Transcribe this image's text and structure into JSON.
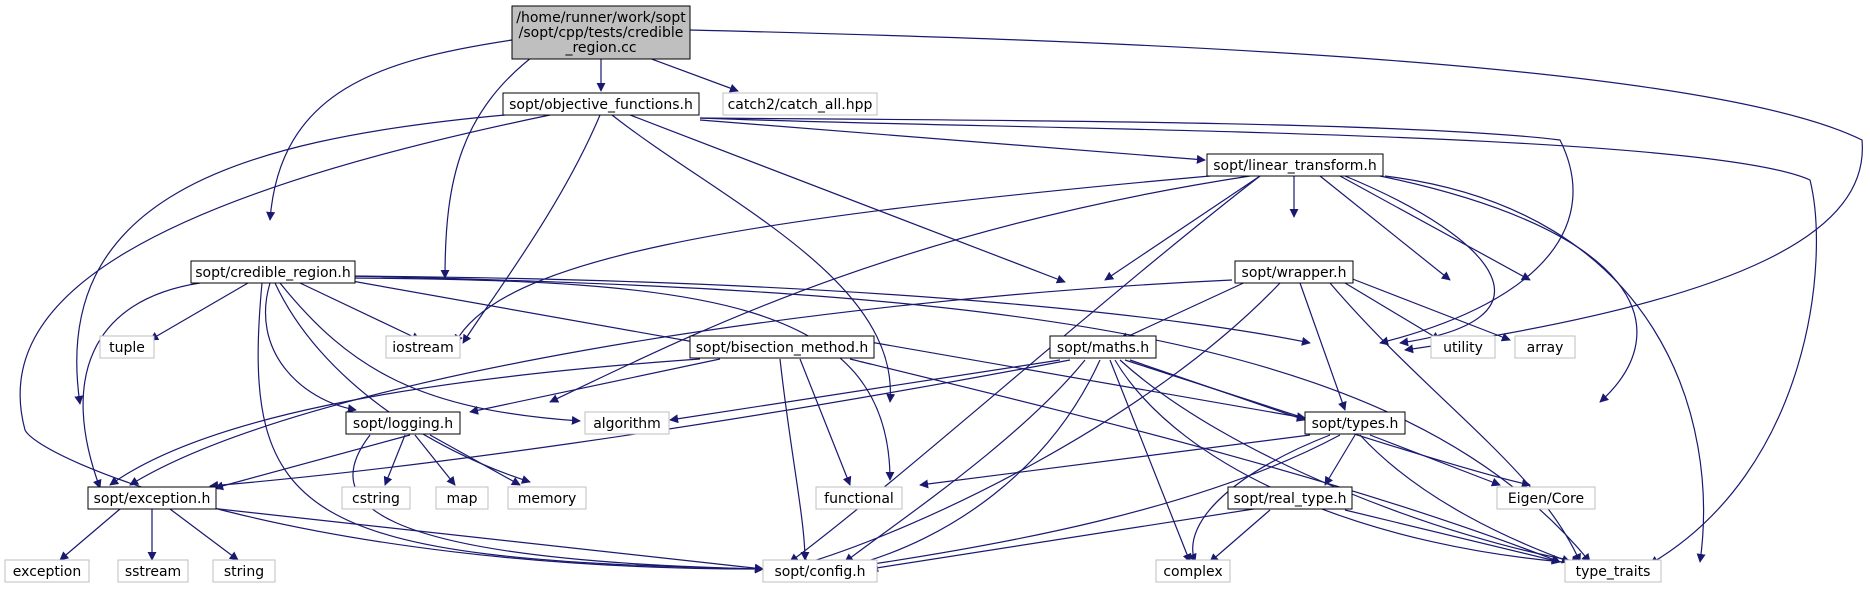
{
  "graph": {
    "root": {
      "lines": [
        "/home/runner/work/sopt",
        "/sopt/cpp/tests/credible",
        "_region.cc"
      ]
    },
    "nodes": {
      "objective_functions": "sopt/objective_functions.h",
      "catch_all": "catch2/catch_all.hpp",
      "linear_transform": "sopt/linear_transform.h",
      "credible_region": "sopt/credible_region.h",
      "wrapper": "sopt/wrapper.h",
      "tuple": "tuple",
      "iostream": "iostream",
      "bisection_method": "sopt/bisection_method.h",
      "maths": "sopt/maths.h",
      "utility": "utility",
      "array": "array",
      "logging": "sopt/logging.h",
      "algorithm": "algorithm",
      "types": "sopt/types.h",
      "exception": "sopt/exception.h",
      "cstring": "cstring",
      "map": "map",
      "memory": "memory",
      "functional": "functional",
      "real_type": "sopt/real_type.h",
      "eigen_core": "Eigen/Core",
      "exception_std": "exception",
      "sstream": "sstream",
      "string": "string",
      "config": "sopt/config.h",
      "complex": "complex",
      "type_traits": "type_traits"
    },
    "colors": {
      "edge": "#191970",
      "root_fill": "#bfbfbf",
      "project_border": "#000000",
      "system_border": "#bfbfbf"
    }
  }
}
